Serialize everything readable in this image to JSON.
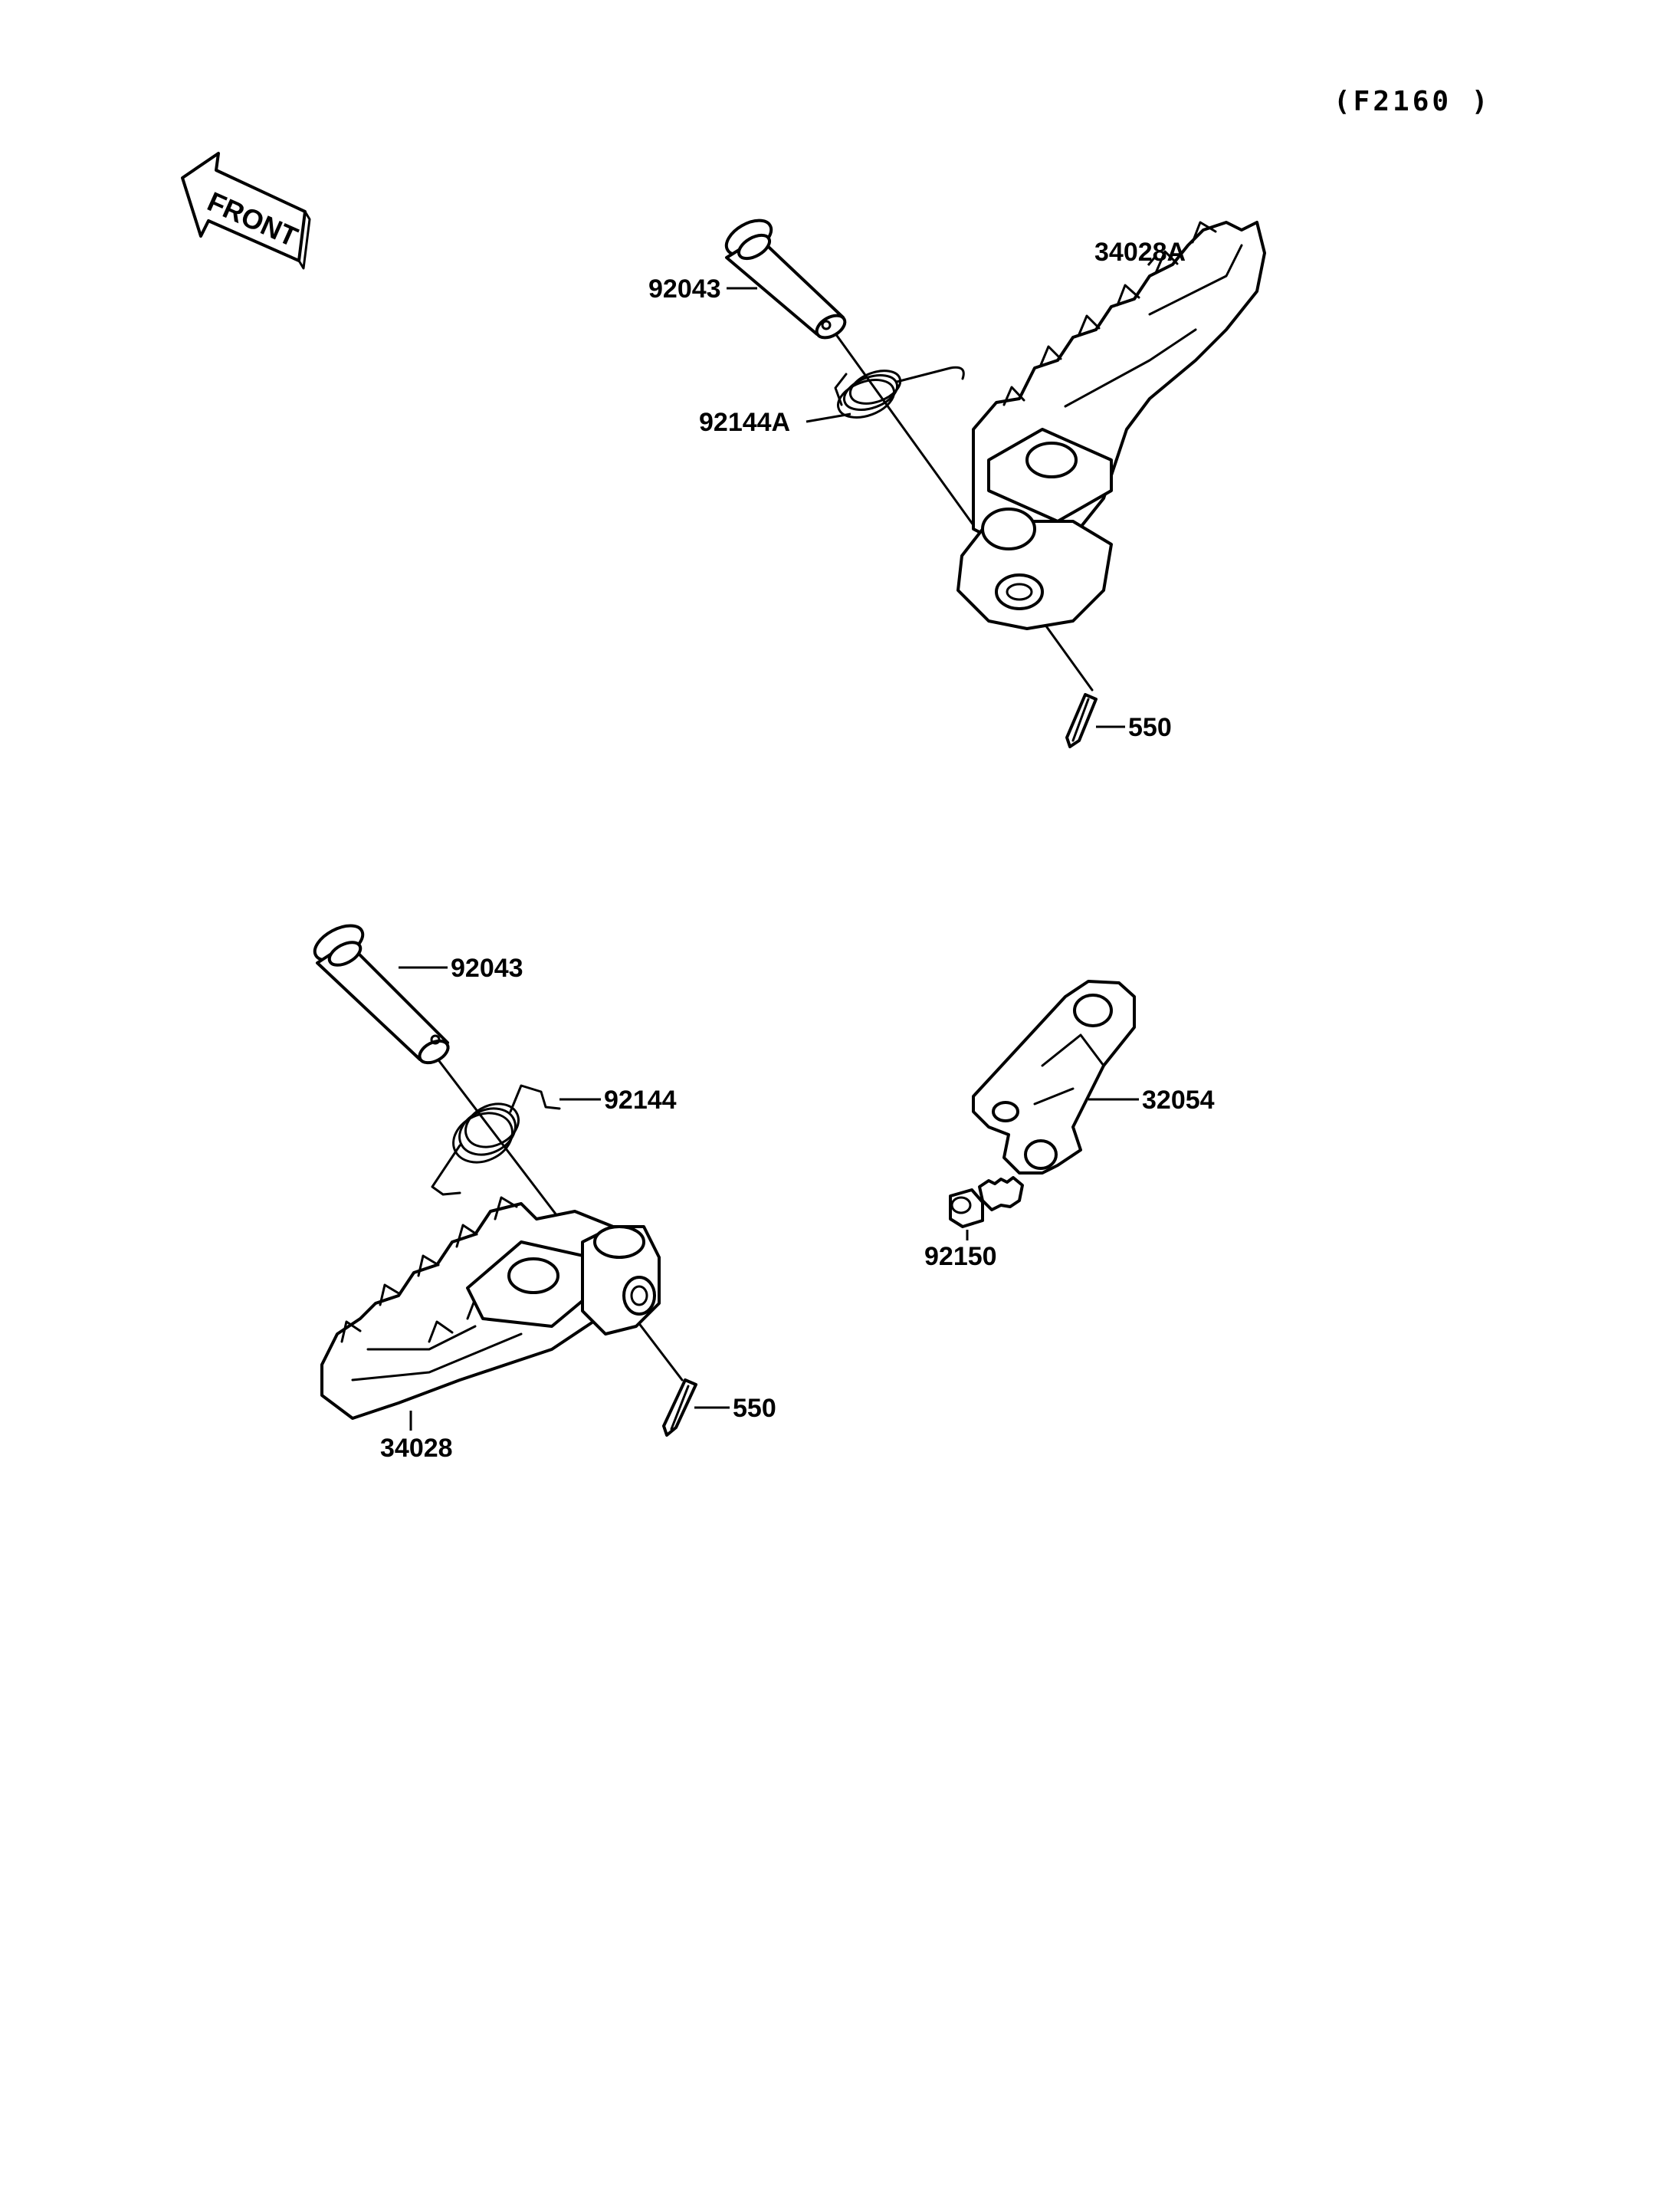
{
  "figure_code": "(F2160 )",
  "front_label": "FRONT",
  "parts": {
    "pin_upper": "92043",
    "spring_upper": "92144A",
    "footpeg_upper": "34028A",
    "cotter_upper": "550",
    "pin_lower": "92043",
    "spring_lower": "92144",
    "footpeg_lower": "34028",
    "cotter_lower": "550",
    "bracket": "32054",
    "bolt": "92150"
  }
}
